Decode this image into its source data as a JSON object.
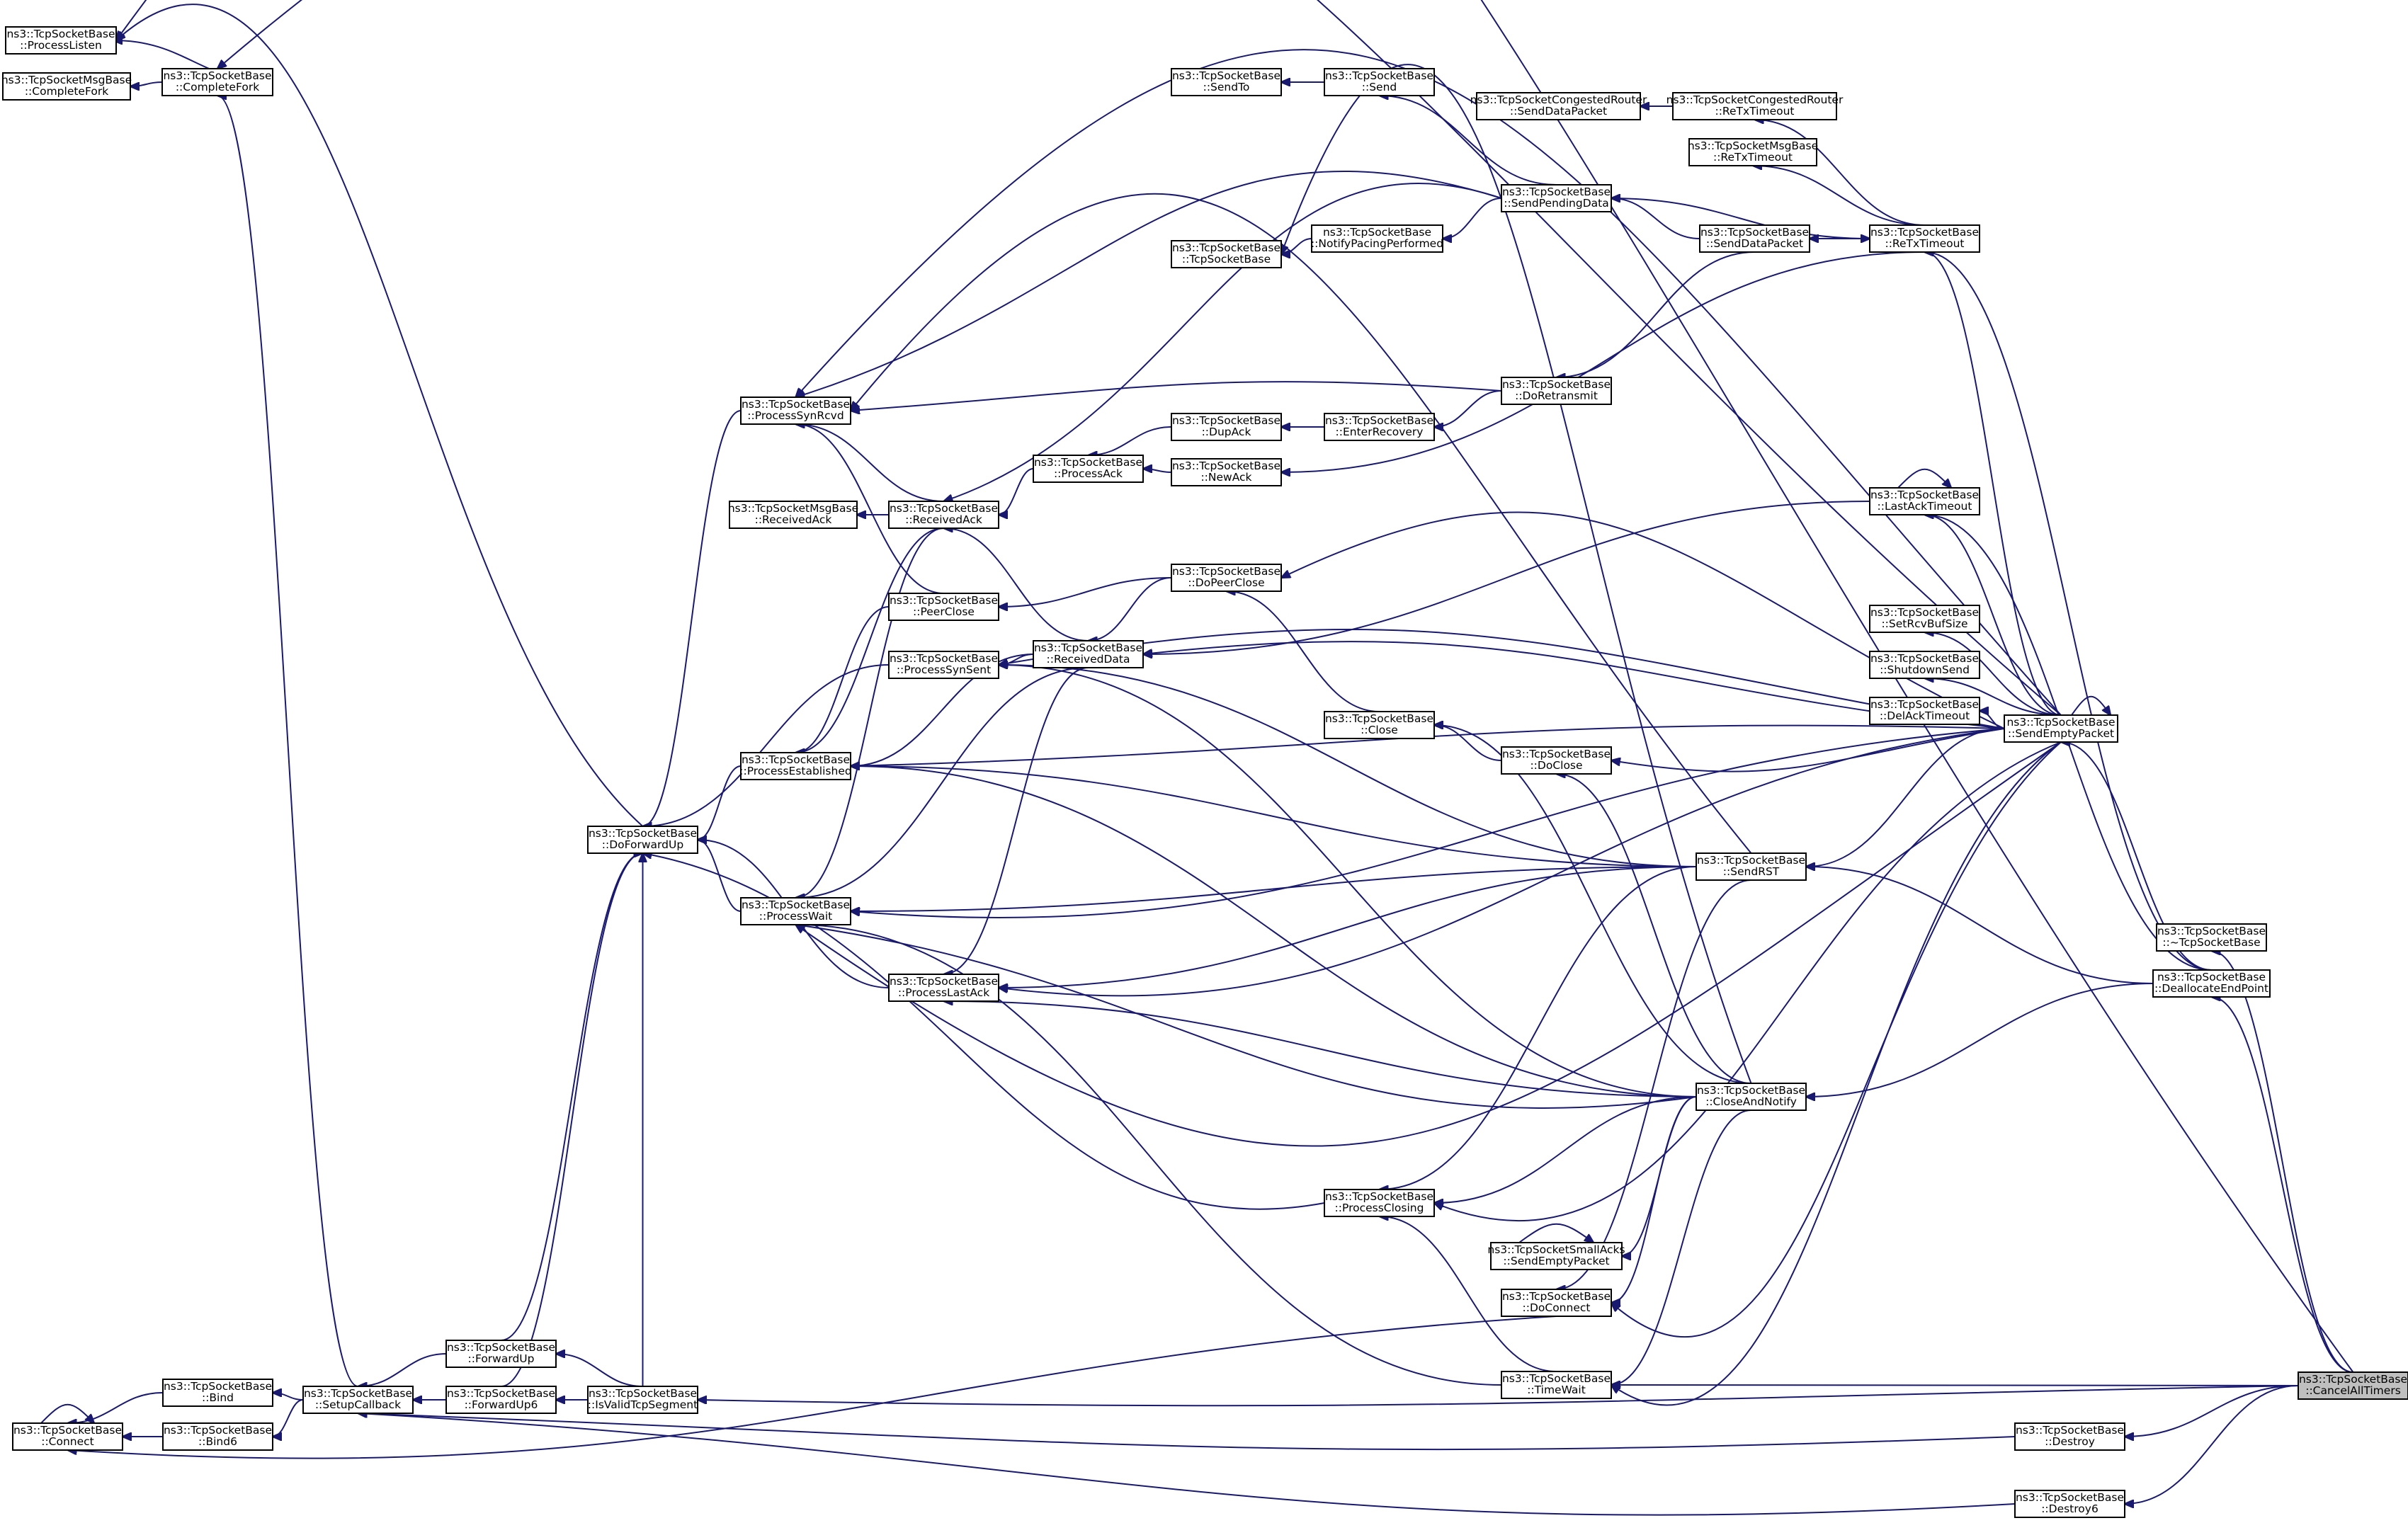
{
  "nodes": {
    "processlisten": {
      "l1": "ns3::TcpSocketBase",
      "l2": "::ProcessListen"
    },
    "completefork": {
      "l1": "ns3::TcpSocketBase",
      "l2": "::CompleteFork"
    },
    "msg_completefork": {
      "l1": "ns3::TcpSocketMsgBase",
      "l2": "::CompleteFork"
    },
    "sendto": {
      "l1": "ns3::TcpSocketBase",
      "l2": "::SendTo"
    },
    "send": {
      "l1": "ns3::TcpSocketBase",
      "l2": "::Send"
    },
    "cong_senddatapacket": {
      "l1": "ns3::TcpSocketCongestedRouter",
      "l2": "::SendDataPacket"
    },
    "cong_retxtimeout": {
      "l1": "ns3::TcpSocketCongestedRouter",
      "l2": "::ReTxTimeout"
    },
    "msg_retxtimeout": {
      "l1": "ns3::TcpSocketMsgBase",
      "l2": "::ReTxTimeout"
    },
    "sendpendingdata": {
      "l1": "ns3::TcpSocketBase",
      "l2": "::SendPendingData"
    },
    "notifypacing": {
      "l1": "ns3::TcpSocketBase",
      "l2": "::NotifyPacingPerformed"
    },
    "tcpsocketbase": {
      "l1": "ns3::TcpSocketBase",
      "l2": "::TcpSocketBase"
    },
    "senddatapacket": {
      "l1": "ns3::TcpSocketBase",
      "l2": "::SendDataPacket"
    },
    "retxtimeout": {
      "l1": "ns3::TcpSocketBase",
      "l2": "::ReTxTimeout"
    },
    "doretransmit": {
      "l1": "ns3::TcpSocketBase",
      "l2": "::DoRetransmit"
    },
    "processsynrcvd": {
      "l1": "ns3::TcpSocketBase",
      "l2": "::ProcessSynRcvd"
    },
    "dupack": {
      "l1": "ns3::TcpSocketBase",
      "l2": "::DupAck"
    },
    "enterrecovery": {
      "l1": "ns3::TcpSocketBase",
      "l2": "::EnterRecovery"
    },
    "processack": {
      "l1": "ns3::TcpSocketBase",
      "l2": "::ProcessAck"
    },
    "newack": {
      "l1": "ns3::TcpSocketBase",
      "l2": "::NewAck"
    },
    "lastacktimeout": {
      "l1": "ns3::TcpSocketBase",
      "l2": "::LastAckTimeout"
    },
    "msg_receivedack": {
      "l1": "ns3::TcpSocketMsgBase",
      "l2": "::ReceivedAck"
    },
    "receivedack": {
      "l1": "ns3::TcpSocketBase",
      "l2": "::ReceivedAck"
    },
    "dopeerclose": {
      "l1": "ns3::TcpSocketBase",
      "l2": "::DoPeerClose"
    },
    "peerclose": {
      "l1": "ns3::TcpSocketBase",
      "l2": "::PeerClose"
    },
    "setrcvbufsize": {
      "l1": "ns3::TcpSocketBase",
      "l2": "::SetRcvBufSize"
    },
    "receiveddata": {
      "l1": "ns3::TcpSocketBase",
      "l2": "::ReceivedData"
    },
    "processsynsent": {
      "l1": "ns3::TcpSocketBase",
      "l2": "::ProcessSynSent"
    },
    "shutdownsend": {
      "l1": "ns3::TcpSocketBase",
      "l2": "::ShutdownSend"
    },
    "delacktimeout": {
      "l1": "ns3::TcpSocketBase",
      "l2": "::DelAckTimeout"
    },
    "close": {
      "l1": "ns3::TcpSocketBase",
      "l2": "::Close"
    },
    "sendemptypacket": {
      "l1": "ns3::TcpSocketBase",
      "l2": "::SendEmptyPacket"
    },
    "processestablished": {
      "l1": "ns3::TcpSocketBase",
      "l2": "::ProcessEstablished"
    },
    "doclose": {
      "l1": "ns3::TcpSocketBase",
      "l2": "::DoClose"
    },
    "doforwardup": {
      "l1": "ns3::TcpSocketBase",
      "l2": "::DoForwardUp"
    },
    "sendrst": {
      "l1": "ns3::TcpSocketBase",
      "l2": "::SendRST"
    },
    "processwait": {
      "l1": "ns3::TcpSocketBase",
      "l2": "::ProcessWait"
    },
    "destructor": {
      "l1": "ns3::TcpSocketBase",
      "l2": "::~TcpSocketBase"
    },
    "processlastack": {
      "l1": "ns3::TcpSocketBase",
      "l2": "::ProcessLastAck"
    },
    "deallocateendpoint": {
      "l1": "ns3::TcpSocketBase",
      "l2": "::DeallocateEndPoint"
    },
    "closeandnotify": {
      "l1": "ns3::TcpSocketBase",
      "l2": "::CloseAndNotify"
    },
    "processclosing": {
      "l1": "ns3::TcpSocketBase",
      "l2": "::ProcessClosing"
    },
    "smallacks_sendempty": {
      "l1": "ns3::TcpSocketSmallAcks",
      "l2": "::SendEmptyPacket"
    },
    "doconnect": {
      "l1": "ns3::TcpSocketBase",
      "l2": "::DoConnect"
    },
    "forwardup": {
      "l1": "ns3::TcpSocketBase",
      "l2": "::ForwardUp"
    },
    "bind": {
      "l1": "ns3::TcpSocketBase",
      "l2": "::Bind"
    },
    "setcallback": {
      "l1": "ns3::TcpSocketBase",
      "l2": "::SetupCallback"
    },
    "forwardup6": {
      "l1": "ns3::TcpSocketBase",
      "l2": "::ForwardUp6"
    },
    "isvalidtcpsegment": {
      "l1": "ns3::TcpSocketBase",
      "l2": "::IsValidTcpSegment"
    },
    "timewait": {
      "l1": "ns3::TcpSocketBase",
      "l2": "::TimeWait"
    },
    "cancelalltimers": {
      "l1": "ns3::TcpSocketBase",
      "l2": "::CancelAllTimers"
    },
    "connect": {
      "l1": "ns3::TcpSocketBase",
      "l2": "::Connect"
    },
    "bind6": {
      "l1": "ns3::TcpSocketBase",
      "l2": "::Bind6"
    },
    "destroy": {
      "l1": "ns3::TcpSocketBase",
      "l2": "::Destroy"
    },
    "destroy6": {
      "l1": "ns3::TcpSocketBase",
      "l2": "::Destroy6"
    }
  },
  "highlighted_node": "cancelalltimers",
  "colors": {
    "edge": "#191970",
    "node_border": "#000000",
    "highlight_fill": "#bfbfbf",
    "background": "#ffffff"
  }
}
